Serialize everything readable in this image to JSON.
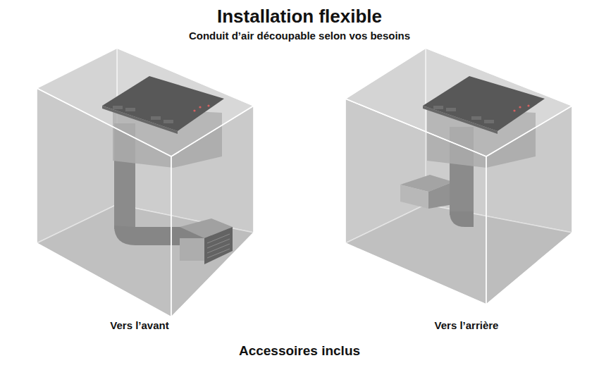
{
  "diagram": {
    "title": "Installation flexible",
    "caption": "Accessoires inclus",
    "labels": [
      "Conduit d’air découpable selon vos besoins",
      "Vers l’avant",
      "Vers l’arrière"
    ]
  }
}
